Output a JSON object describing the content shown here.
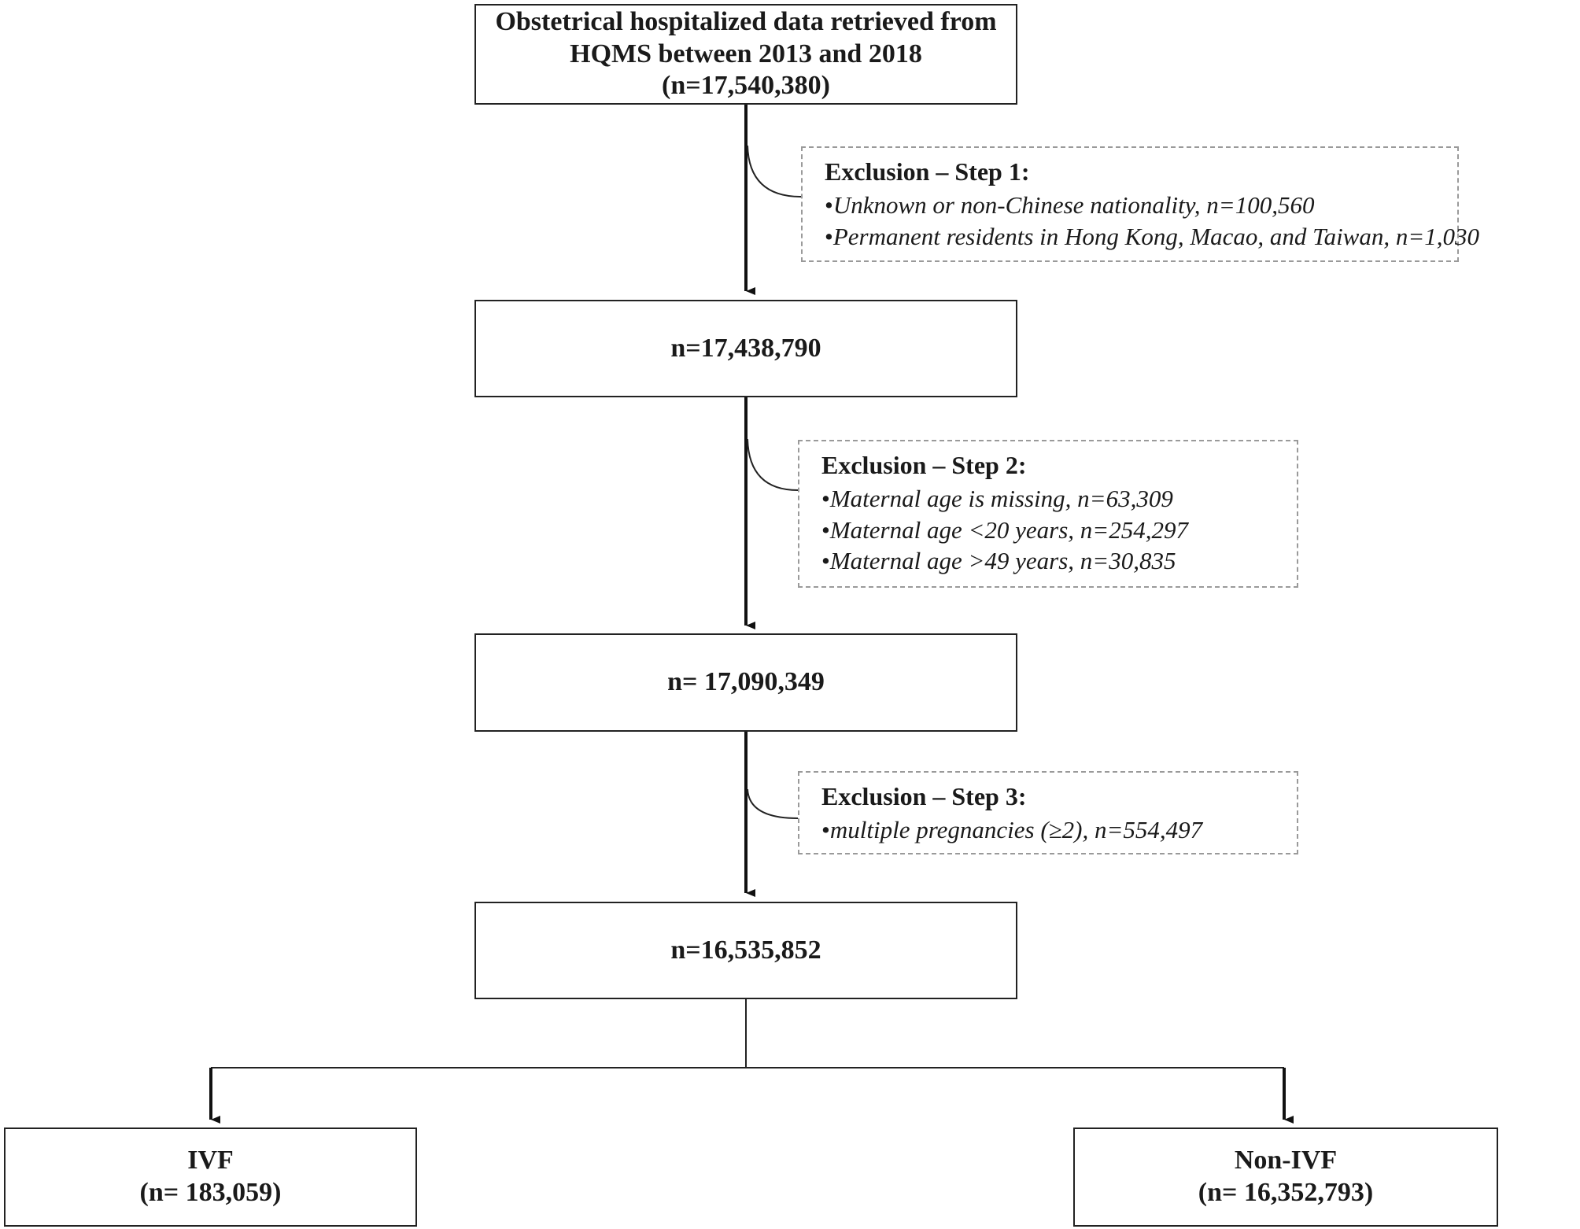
{
  "boxes": {
    "start": {
      "line1": "Obstetrical hospitalized data retrieved from",
      "line2": "HQMS between 2013 and 2018",
      "line3": "(n=17,540,380)"
    },
    "after_step1": {
      "text": "n=17,438,790"
    },
    "after_step2": {
      "text": "n= 17,090,349"
    },
    "after_step3": {
      "text": "n=16,535,852"
    },
    "ivf": {
      "line1": "IVF",
      "line2": "(n= 183,059)"
    },
    "non_ivf": {
      "line1": "Non-IVF",
      "line2": "(n= 16,352,793)"
    }
  },
  "exclusions": {
    "step1": {
      "title": "Exclusion – Step 1:",
      "items": [
        "Unknown or non-Chinese nationality, n=100,560",
        "Permanent residents in Hong Kong, Macao, and Taiwan, n=1,030"
      ]
    },
    "step2": {
      "title": "Exclusion – Step 2:",
      "items": [
        "Maternal age is missing, n=63,309",
        "Maternal age <20 years, n=254,297",
        "Maternal age >49 years, n=30,835"
      ]
    },
    "step3": {
      "title": "Exclusion – Step 3:",
      "items": [
        "multiple pregnancies (≥2), n=554,497"
      ]
    }
  },
  "bullet": "•"
}
